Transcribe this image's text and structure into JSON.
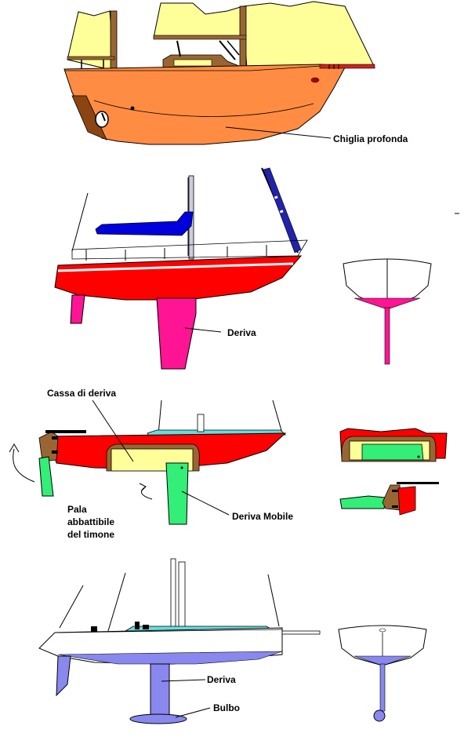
{
  "labels": {
    "chiglia_profonda": "Chiglia profonda",
    "deriva_fixed": "Deriva",
    "cassa_di_deriva": "Cassa di deriva",
    "pala_line1": "Pala",
    "pala_line2": "abbattibile",
    "pala_line3": "del timone",
    "deriva_mobile": "Deriva Mobile",
    "deriva_bulb": "Deriva",
    "bulbo": "Bulbo"
  },
  "colors": {
    "sail": "#ffff99",
    "wood": "#996633",
    "hull_orange": "#ff8c42",
    "hull_red": "#ff0000",
    "keel_magenta": "#ff1493",
    "sail_blue": "#0000dd",
    "board_green": "#33ee77",
    "box_yellow": "#ffff99",
    "keel_periwinkle": "#8888ee",
    "deck_cyan": "#66dddd"
  }
}
